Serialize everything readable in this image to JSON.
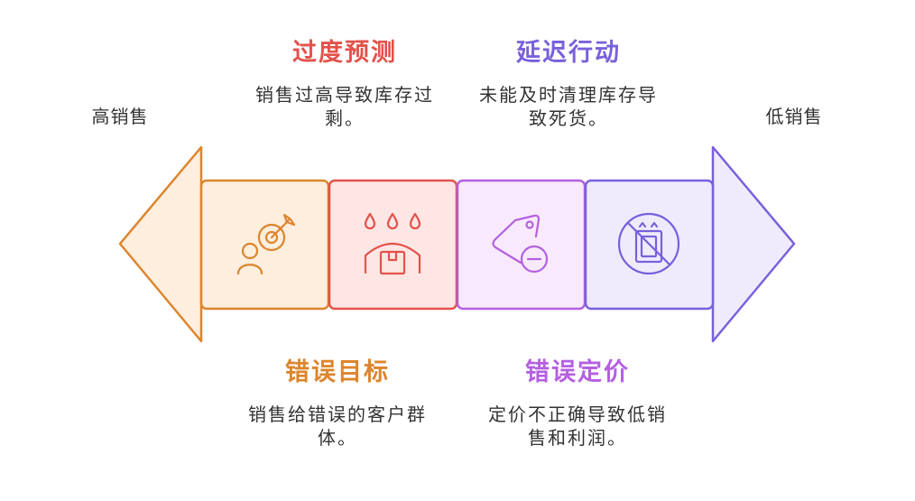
{
  "axis_labels": {
    "high_sales": "高销售",
    "low_sales": "低销售"
  },
  "segments": [
    {
      "title": "错误目标",
      "description_lines": [
        "销售给错误的客户群",
        "体。"
      ],
      "icon": "person-target-icon",
      "color": "#dc852d",
      "fill": "#fdeedd"
    },
    {
      "title": "过度预测",
      "description_lines": [
        "销售过高导致库存过",
        "剩。"
      ],
      "icon": "overstock-icon",
      "color": "#e3524b",
      "fill": "#fde6e4"
    },
    {
      "title": "错误定价",
      "description_lines": [
        "定价不正确导致低销",
        "售和利润。"
      ],
      "icon": "price-tag-minus-icon",
      "color": "#b460e0",
      "fill": "#f8eafc"
    },
    {
      "title": "延迟行动",
      "description_lines": [
        "未能及时清理库存导",
        "致死货。"
      ],
      "icon": "no-stock-icon",
      "color": "#7a60dc",
      "fill": "#efebfc"
    }
  ]
}
